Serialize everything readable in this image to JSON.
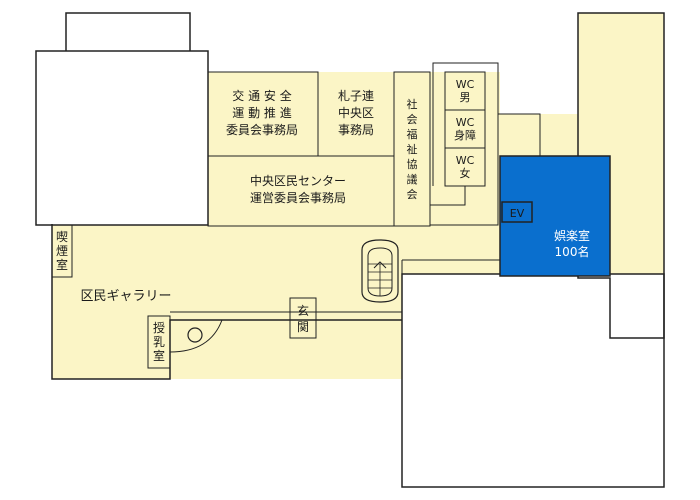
{
  "colors": {
    "floor": "#fbf5c6",
    "highlight": "#0a6fce",
    "line": "#222222",
    "background": "#ffffff"
  },
  "rooms": {
    "traffic_office": [
      "交 通 安 全",
      "運 動 推 進",
      "委員会事務局"
    ],
    "sapporo_chuo": [
      "札子連",
      "中央区",
      "事務局"
    ],
    "community_center": [
      "中央区民センター",
      "運営委員会事務局"
    ],
    "social_welfare": [
      "社",
      "会",
      "福",
      "祉",
      "協",
      "議",
      "会"
    ],
    "wc_men": [
      "WC",
      "男"
    ],
    "wc_accessible": [
      "WC",
      "身障"
    ],
    "wc_women": [
      "WC",
      "女"
    ],
    "elevator": "EV",
    "recreation": [
      "娯楽室",
      "100名"
    ],
    "smoking": [
      "喫",
      "煙",
      "室"
    ],
    "gallery": "区民ギャラリー",
    "entrance": [
      "玄",
      "関"
    ],
    "nursing": [
      "授",
      "乳",
      "室"
    ]
  }
}
